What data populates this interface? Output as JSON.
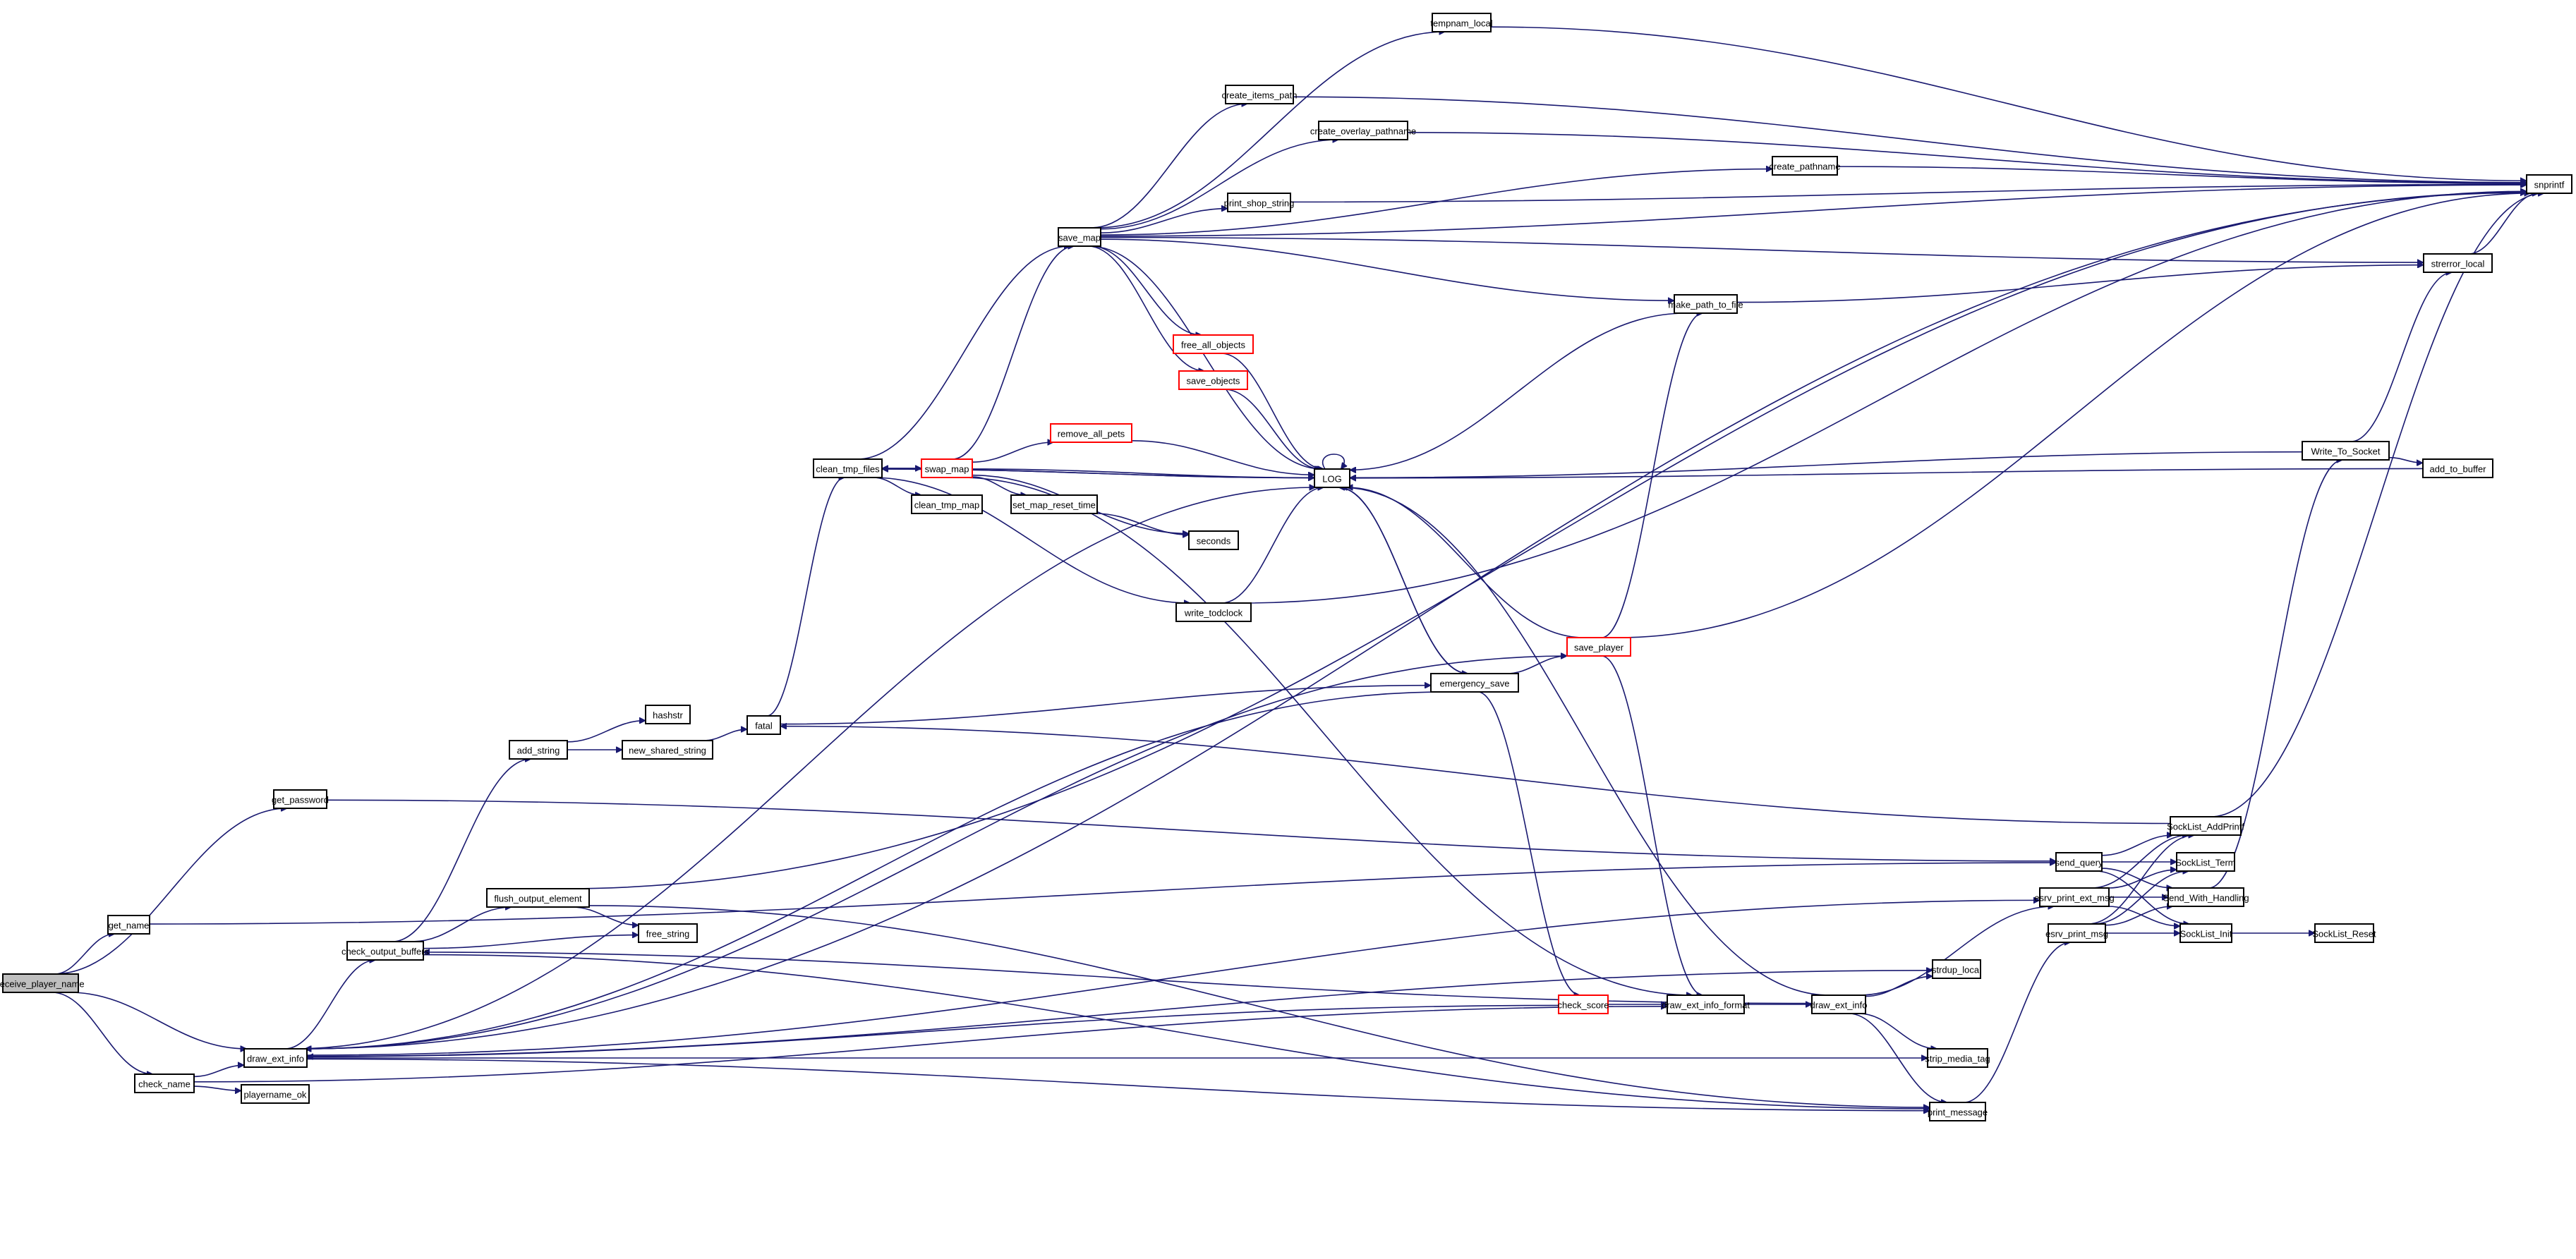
{
  "diagram": {
    "type": "call-graph",
    "colors": {
      "edge": "#191970",
      "node_border": "#000000",
      "truncated_border": "#ff0000",
      "root_fill": "#bfbfbf",
      "node_fill": "#ffffff",
      "background": "#ffffff"
    },
    "nodes": [
      {
        "id": "receive_player_name",
        "label": "receive_player_name",
        "kind": "root"
      },
      {
        "id": "get_name",
        "label": "get_name",
        "kind": "normal"
      },
      {
        "id": "get_password",
        "label": "get_password",
        "kind": "normal"
      },
      {
        "id": "check_name",
        "label": "check_name",
        "kind": "normal"
      },
      {
        "id": "draw_ext_info_l",
        "label": "draw_ext_info",
        "kind": "normal"
      },
      {
        "id": "playername_ok",
        "label": "playername_ok",
        "kind": "normal"
      },
      {
        "id": "check_output_buffers",
        "label": "check_output_buffers",
        "kind": "normal"
      },
      {
        "id": "flush_output_element",
        "label": "flush_output_element",
        "kind": "normal"
      },
      {
        "id": "free_string",
        "label": "free_string",
        "kind": "normal"
      },
      {
        "id": "add_string",
        "label": "add_string",
        "kind": "normal"
      },
      {
        "id": "hashstr",
        "label": "hashstr",
        "kind": "normal"
      },
      {
        "id": "new_shared_string",
        "label": "new_shared_string",
        "kind": "normal"
      },
      {
        "id": "fatal",
        "label": "fatal",
        "kind": "normal"
      },
      {
        "id": "clean_tmp_files",
        "label": "clean_tmp_files",
        "kind": "normal"
      },
      {
        "id": "swap_map",
        "label": "swap_map",
        "kind": "truncated"
      },
      {
        "id": "clean_tmp_map",
        "label": "clean_tmp_map",
        "kind": "normal"
      },
      {
        "id": "set_map_reset_time",
        "label": "set_map_reset_time",
        "kind": "normal"
      },
      {
        "id": "seconds",
        "label": "seconds",
        "kind": "normal"
      },
      {
        "id": "remove_all_pets",
        "label": "remove_all_pets",
        "kind": "truncated"
      },
      {
        "id": "free_all_objects",
        "label": "free_all_objects",
        "kind": "truncated"
      },
      {
        "id": "save_objects",
        "label": "save_objects",
        "kind": "truncated"
      },
      {
        "id": "LOG",
        "label": "LOG",
        "kind": "normal"
      },
      {
        "id": "write_todclock",
        "label": "write_todclock",
        "kind": "normal"
      },
      {
        "id": "save_map",
        "label": "save_map",
        "kind": "normal"
      },
      {
        "id": "tempnam_local",
        "label": "tempnam_local",
        "kind": "normal"
      },
      {
        "id": "create_items_path",
        "label": "create_items_path",
        "kind": "normal"
      },
      {
        "id": "create_overlay_pathname",
        "label": "create_overlay_pathname",
        "kind": "normal"
      },
      {
        "id": "create_pathname",
        "label": "create_pathname",
        "kind": "normal"
      },
      {
        "id": "print_shop_string",
        "label": "print_shop_string",
        "kind": "normal"
      },
      {
        "id": "make_path_to_file",
        "label": "make_path_to_file",
        "kind": "normal"
      },
      {
        "id": "snprintf",
        "label": "snprintf",
        "kind": "normal"
      },
      {
        "id": "strerror_local",
        "label": "strerror_local",
        "kind": "normal"
      },
      {
        "id": "Write_To_Socket",
        "label": "Write_To_Socket",
        "kind": "normal"
      },
      {
        "id": "add_to_buffer",
        "label": "add_to_buffer",
        "kind": "normal"
      },
      {
        "id": "emergency_save",
        "label": "emergency_save",
        "kind": "normal"
      },
      {
        "id": "save_player",
        "label": "save_player",
        "kind": "truncated"
      },
      {
        "id": "check_score",
        "label": "check_score",
        "kind": "truncated"
      },
      {
        "id": "draw_ext_info_format",
        "label": "draw_ext_info_format",
        "kind": "normal"
      },
      {
        "id": "draw_ext_info_r",
        "label": "draw_ext_info",
        "kind": "normal"
      },
      {
        "id": "strdup_local",
        "label": "strdup_local",
        "kind": "normal"
      },
      {
        "id": "strip_media_tag",
        "label": "strip_media_tag",
        "kind": "normal"
      },
      {
        "id": "print_message",
        "label": "print_message",
        "kind": "normal"
      },
      {
        "id": "send_query",
        "label": "send_query",
        "kind": "normal"
      },
      {
        "id": "esrv_print_ext_msg",
        "label": "esrv_print_ext_msg",
        "kind": "normal"
      },
      {
        "id": "esrv_print_msg",
        "label": "esrv_print_msg",
        "kind": "normal"
      },
      {
        "id": "SockList_AddPrintf",
        "label": "SockList_AddPrintf",
        "kind": "normal"
      },
      {
        "id": "SockList_Term",
        "label": "SockList_Term",
        "kind": "normal"
      },
      {
        "id": "Send_With_Handling",
        "label": "Send_With_Handling",
        "kind": "normal"
      },
      {
        "id": "SockList_Init",
        "label": "SockList_Init",
        "kind": "normal"
      },
      {
        "id": "SockList_Reset",
        "label": "SockList_Reset",
        "kind": "normal"
      }
    ],
    "edges": [
      [
        "receive_player_name",
        "get_password"
      ],
      [
        "receive_player_name",
        "get_name"
      ],
      [
        "receive_player_name",
        "draw_ext_info_l"
      ],
      [
        "receive_player_name",
        "check_name"
      ],
      [
        "get_name",
        "send_query"
      ],
      [
        "get_password",
        "send_query"
      ],
      [
        "check_name",
        "draw_ext_info_l"
      ],
      [
        "check_name",
        "playername_ok"
      ],
      [
        "check_name",
        "draw_ext_info_format"
      ],
      [
        "draw_ext_info_l",
        "LOG"
      ],
      [
        "draw_ext_info_l",
        "check_output_buffers"
      ],
      [
        "draw_ext_info_l",
        "esrv_print_ext_msg"
      ],
      [
        "draw_ext_info_l",
        "print_message"
      ],
      [
        "draw_ext_info_l",
        "strip_media_tag"
      ],
      [
        "draw_ext_info_l",
        "strdup_local"
      ],
      [
        "draw_ext_info_l",
        "snprintf"
      ],
      [
        "check_output_buffers",
        "add_string"
      ],
      [
        "check_output_buffers",
        "flush_output_element"
      ],
      [
        "check_output_buffers",
        "free_string"
      ],
      [
        "check_output_buffers",
        "print_message"
      ],
      [
        "flush_output_element",
        "free_string"
      ],
      [
        "flush_output_element",
        "snprintf"
      ],
      [
        "flush_output_element",
        "print_message"
      ],
      [
        "add_string",
        "hashstr"
      ],
      [
        "add_string",
        "new_shared_string"
      ],
      [
        "new_shared_string",
        "fatal"
      ],
      [
        "fatal",
        "clean_tmp_files"
      ],
      [
        "fatal",
        "emergency_save"
      ],
      [
        "clean_tmp_files",
        "save_map"
      ],
      [
        "clean_tmp_files",
        "swap_map"
      ],
      [
        "clean_tmp_files",
        "clean_tmp_map"
      ],
      [
        "clean_tmp_files",
        "LOG"
      ],
      [
        "clean_tmp_files",
        "write_todclock"
      ],
      [
        "swap_map",
        "save_map"
      ],
      [
        "swap_map",
        "remove_all_pets"
      ],
      [
        "swap_map",
        "LOG"
      ],
      [
        "swap_map",
        "set_map_reset_time"
      ],
      [
        "swap_map",
        "seconds"
      ],
      [
        "swap_map",
        "clean_tmp_files"
      ],
      [
        "swap_map",
        "draw_ext_info_format"
      ],
      [
        "set_map_reset_time",
        "seconds"
      ],
      [
        "remove_all_pets",
        "LOG"
      ],
      [
        "save_map",
        "tempnam_local"
      ],
      [
        "save_map",
        "snprintf"
      ],
      [
        "save_map",
        "create_items_path"
      ],
      [
        "save_map",
        "create_overlay_pathname"
      ],
      [
        "save_map",
        "create_pathname"
      ],
      [
        "save_map",
        "print_shop_string"
      ],
      [
        "save_map",
        "strerror_local"
      ],
      [
        "save_map",
        "make_path_to_file"
      ],
      [
        "save_map",
        "free_all_objects"
      ],
      [
        "save_map",
        "save_objects"
      ],
      [
        "save_map",
        "LOG"
      ],
      [
        "free_all_objects",
        "LOG"
      ],
      [
        "save_objects",
        "LOG"
      ],
      [
        "tempnam_local",
        "snprintf"
      ],
      [
        "create_items_path",
        "snprintf"
      ],
      [
        "create_overlay_pathname",
        "snprintf"
      ],
      [
        "create_pathname",
        "snprintf"
      ],
      [
        "print_shop_string",
        "snprintf"
      ],
      [
        "make_path_to_file",
        "LOG"
      ],
      [
        "make_path_to_file",
        "strerror_local"
      ],
      [
        "strerror_local",
        "snprintf"
      ],
      [
        "LOG",
        "LOG"
      ],
      [
        "LOG",
        "clean_tmp_files"
      ],
      [
        "LOG",
        "emergency_save"
      ],
      [
        "write_todclock",
        "LOG"
      ],
      [
        "write_todclock",
        "snprintf"
      ],
      [
        "Write_To_Socket",
        "LOG"
      ],
      [
        "Write_To_Socket",
        "strerror_local"
      ],
      [
        "Write_To_Socket",
        "add_to_buffer"
      ],
      [
        "add_to_buffer",
        "LOG"
      ],
      [
        "emergency_save",
        "LOG"
      ],
      [
        "emergency_save",
        "save_player"
      ],
      [
        "emergency_save",
        "check_score"
      ],
      [
        "emergency_save",
        "draw_ext_info_l"
      ],
      [
        "save_player",
        "LOG"
      ],
      [
        "save_player",
        "make_path_to_file"
      ],
      [
        "save_player",
        "draw_ext_info_format"
      ],
      [
        "save_player",
        "snprintf"
      ],
      [
        "save_player",
        "draw_ext_info_l"
      ],
      [
        "check_score",
        "draw_ext_info_format"
      ],
      [
        "check_score",
        "draw_ext_info_l"
      ],
      [
        "draw_ext_info_format",
        "draw_ext_info_r"
      ],
      [
        "draw_ext_info_r",
        "LOG"
      ],
      [
        "draw_ext_info_r",
        "strdup_local"
      ],
      [
        "draw_ext_info_r",
        "esrv_print_ext_msg"
      ],
      [
        "draw_ext_info_r",
        "strip_media_tag"
      ],
      [
        "draw_ext_info_r",
        "print_message"
      ],
      [
        "draw_ext_info_r",
        "check_output_buffers"
      ],
      [
        "print_message",
        "esrv_print_msg"
      ],
      [
        "send_query",
        "SockList_AddPrintf"
      ],
      [
        "send_query",
        "SockList_Term"
      ],
      [
        "send_query",
        "Send_With_Handling"
      ],
      [
        "send_query",
        "SockList_Init"
      ],
      [
        "esrv_print_ext_msg",
        "SockList_AddPrintf"
      ],
      [
        "esrv_print_ext_msg",
        "SockList_Term"
      ],
      [
        "esrv_print_ext_msg",
        "Send_With_Handling"
      ],
      [
        "esrv_print_ext_msg",
        "SockList_Init"
      ],
      [
        "esrv_print_msg",
        "SockList_AddPrintf"
      ],
      [
        "esrv_print_msg",
        "SockList_Term"
      ],
      [
        "esrv_print_msg",
        "Send_With_Handling"
      ],
      [
        "esrv_print_msg",
        "SockList_Init"
      ],
      [
        "SockList_AddPrintf",
        "snprintf"
      ],
      [
        "SockList_AddPrintf",
        "fatal"
      ],
      [
        "Send_With_Handling",
        "Write_To_Socket"
      ],
      [
        "SockList_Init",
        "SockList_Reset"
      ]
    ]
  }
}
